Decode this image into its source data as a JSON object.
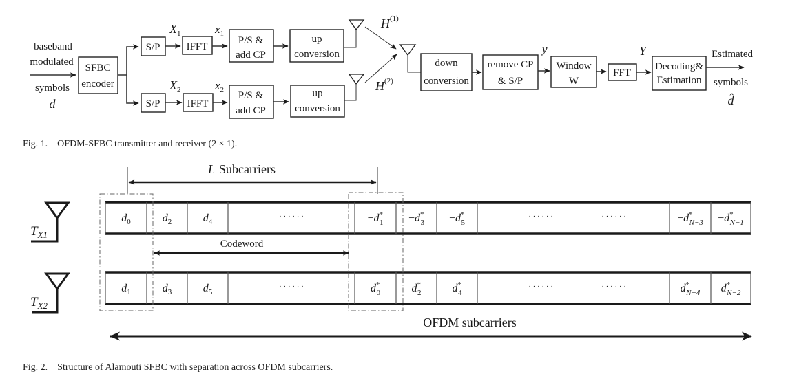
{
  "fig1": {
    "input_label": [
      "baseband",
      "modulated",
      "symbols"
    ],
    "input_symbol": "d",
    "encoder": [
      "SFBC",
      "encoder"
    ],
    "branch_top": {
      "sp": "S/P",
      "X": "X",
      "X_sub": "1",
      "ifft": "IFFT",
      "x": "x",
      "x_sub": "1",
      "ps": [
        "P/S &",
        "add CP"
      ],
      "up": [
        "up",
        "conversion"
      ],
      "H": "H",
      "H_sup": "(1)"
    },
    "branch_bottom": {
      "sp": "S/P",
      "X": "X",
      "X_sub": "2",
      "ifft": "IFFT",
      "x": "x",
      "x_sub": "2",
      "ps": [
        "P/S &",
        "add CP"
      ],
      "up": [
        "up",
        "conversion"
      ],
      "H": "H",
      "H_sup": "(2)"
    },
    "down": [
      "down",
      "conversion"
    ],
    "remove": [
      "remove CP",
      "& S/P"
    ],
    "y_label": "y",
    "window": [
      "Window",
      "W"
    ],
    "fft": "FFT",
    "Y_label": "Y",
    "decode": [
      "Decoding&",
      "Estimation"
    ],
    "output_label": [
      "Estimated",
      "symbols"
    ],
    "output_symbol": "d̂",
    "caption": "Fig. 1.    OFDM-SFBC transmitter and receiver (2 × 1)."
  },
  "fig2": {
    "l_subcarriers": "Subcarriers",
    "l_symbol": "L",
    "codeword": "Codeword",
    "ofdm_subcarriers": "OFDM subcarriers",
    "tx1": {
      "T": "T",
      "sub": "X1"
    },
    "tx2": {
      "T": "T",
      "sub": "X2"
    },
    "row1": [
      {
        "pre": "",
        "base": "d",
        "sup": "",
        "sub": "0"
      },
      {
        "pre": "",
        "base": "d",
        "sup": "",
        "sub": "2"
      },
      {
        "pre": "",
        "base": "d",
        "sup": "",
        "sub": "4"
      },
      {
        "dots": "· · · · · ·"
      },
      {
        "pre": "−",
        "base": "d",
        "sup": "*",
        "sub": "1"
      },
      {
        "pre": "−",
        "base": "d",
        "sup": "*",
        "sub": "3"
      },
      {
        "pre": "−",
        "base": "d",
        "sup": "*",
        "sub": "5"
      },
      {
        "dots": "· · · · · ·",
        "dots2": "· · · · · ·"
      },
      {
        "pre": "−",
        "base": "d",
        "sup": "*",
        "sub": "N−3"
      },
      {
        "pre": "−",
        "base": "d",
        "sup": "*",
        "sub": "N−1"
      }
    ],
    "row2": [
      {
        "pre": "",
        "base": "d",
        "sup": "",
        "sub": "1"
      },
      {
        "pre": "",
        "base": "d",
        "sup": "",
        "sub": "3"
      },
      {
        "pre": "",
        "base": "d",
        "sup": "",
        "sub": "5"
      },
      {
        "dots": "· · · · · ·"
      },
      {
        "pre": "",
        "base": "d",
        "sup": "*",
        "sub": "0"
      },
      {
        "pre": "",
        "base": "d",
        "sup": "*",
        "sub": "2"
      },
      {
        "pre": "",
        "base": "d",
        "sup": "*",
        "sub": "4"
      },
      {
        "dots": "· · · · · ·",
        "dots2": "· · · · · ·"
      },
      {
        "pre": "",
        "base": "d",
        "sup": "*",
        "sub": "N−4"
      },
      {
        "pre": "",
        "base": "d",
        "sup": "*",
        "sub": "N−2"
      }
    ],
    "caption": "Fig. 2.    Structure of Alamouti SFBC with separation across OFDM subcarriers."
  }
}
